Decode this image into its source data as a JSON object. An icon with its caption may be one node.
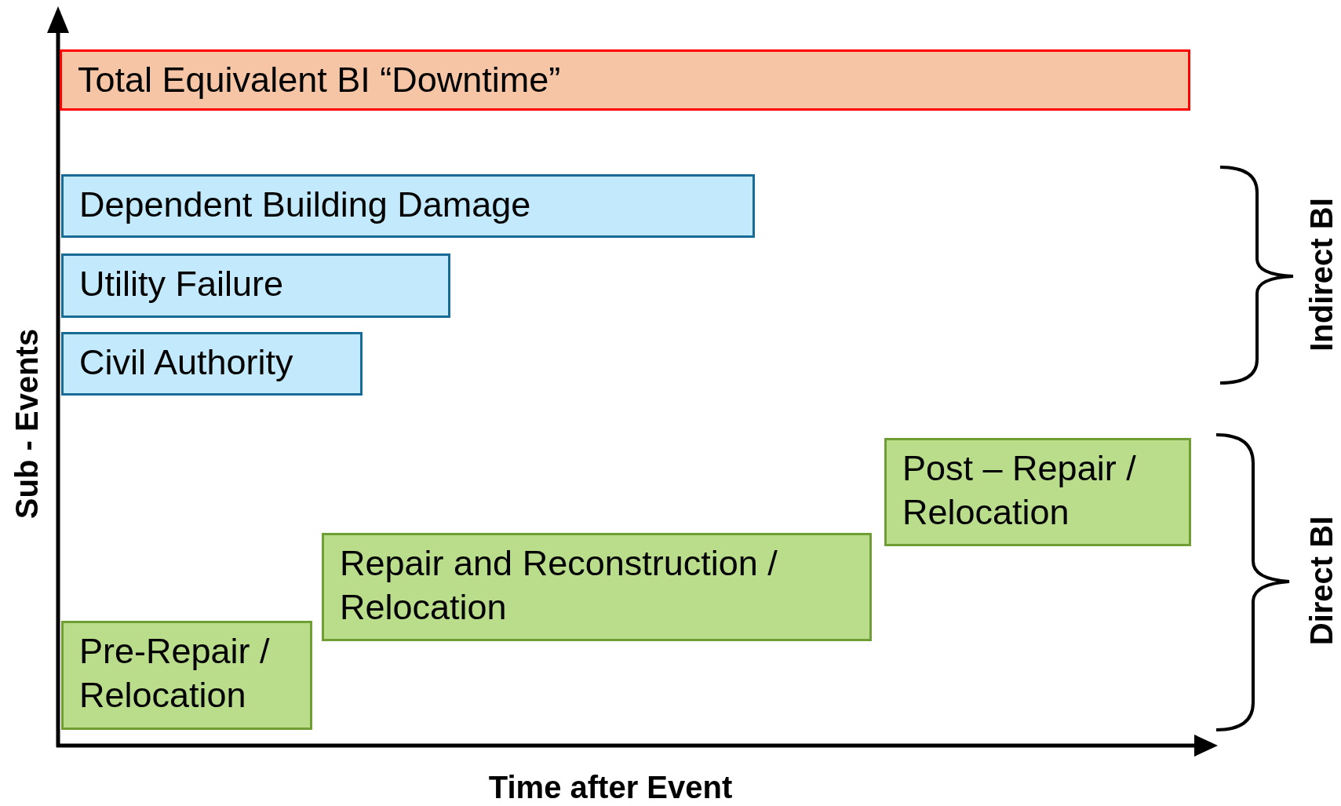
{
  "diagram": {
    "nodes": [
      {
        "text": [
          "Total Equivalent BI “Downtime”"
        ]
      },
      {
        "text": [
          "Dependent Building Damage"
        ]
      },
      {
        "text": [
          "Utility Failure"
        ]
      },
      {
        "text": [
          "Civil Authority"
        ]
      },
      {
        "text": [
          "Post – Repair / Relocation"
        ]
      },
      {
        "text": [
          "Repair and Reconstruction / Relocation"
        ]
      },
      {
        "text": [
          "Pre-Repair / Relocation"
        ]
      }
    ],
    "edges": [],
    "labels": [
      "Indirect BI",
      "Sub - Events",
      "Direct BI",
      "Time after Event"
    ]
  }
}
